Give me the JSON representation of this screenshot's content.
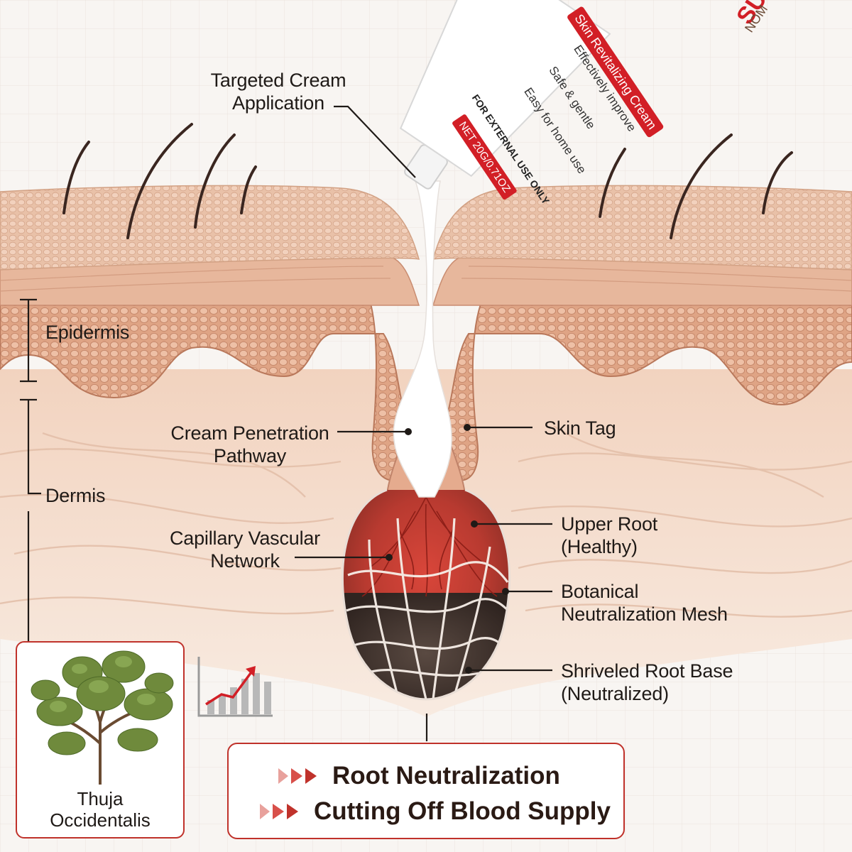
{
  "labels": {
    "targeted_cream": "Targeted Cream\nApplication",
    "epidermis": "Epidermis",
    "dermis": "Dermis",
    "cream_pathway": "Cream Penetration\nPathway",
    "skin_tag": "Skin Tag",
    "capillary": "Capillary Vascular\nNetwork",
    "upper_root": "Upper Root\n(Healthy)",
    "mesh": "Botanical\nNeutralization Mesh",
    "root_base": "Shriveled Root Base\n(Neutralized)"
  },
  "plant": {
    "name": "Thuja\nOccidentalis"
  },
  "summary": {
    "line1": "Root Neutralization",
    "line2": "Cutting Off Blood Supply"
  },
  "tube": {
    "header": "SULTS",
    "brand_fragment": "NOM",
    "product": "Skin Revitalizing Cream",
    "feature1": "Effectively improve",
    "feature2": "Safe & gentle",
    "feature3": "Easy for home use",
    "warning": "FOR EXTERNAL USE ONLY",
    "net": "NET 20G/0.71OZ"
  },
  "colors": {
    "accent_red": "#c0322b",
    "skin": "#e8b79b",
    "cream": "#ffffff",
    "root_dark": "#4a3b34"
  }
}
